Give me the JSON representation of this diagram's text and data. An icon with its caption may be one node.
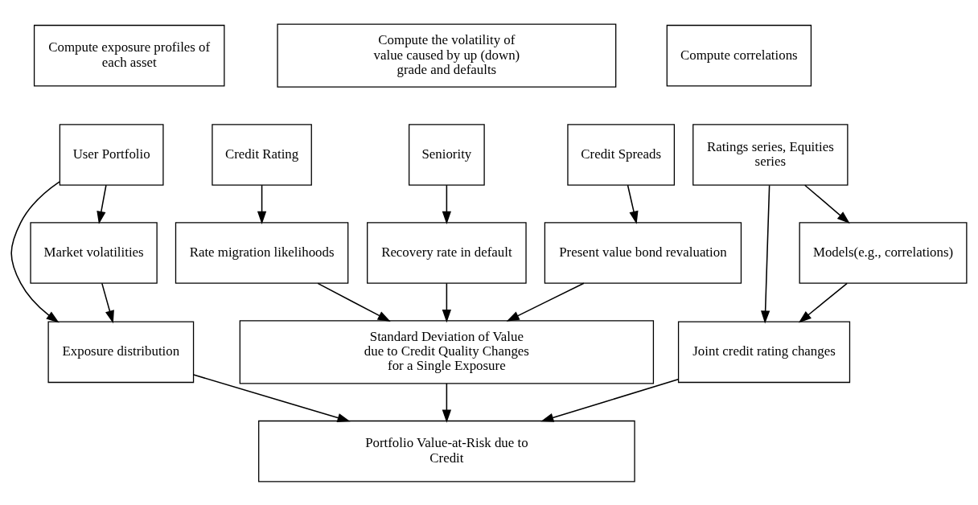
{
  "diagram": {
    "nodes": [
      {
        "text": [
          "Compute exposure profiles of each asset"
        ]
      },
      {
        "text": [
          "Compute the volatility of value caused by up (down) grade and defaults"
        ]
      },
      {
        "text": [
          "Compute correlations"
        ]
      },
      {
        "text": [
          "User Portfolio"
        ]
      },
      {
        "text": [
          "Credit Rating"
        ]
      },
      {
        "text": [
          "Seniority"
        ]
      },
      {
        "text": [
          "Credit Spreads"
        ]
      },
      {
        "text": [
          "Ratings series, Equities series"
        ]
      },
      {
        "text": [
          "Market volatilities"
        ]
      },
      {
        "text": [
          "Rate migration likelihoods"
        ]
      },
      {
        "text": [
          "Recovery rate in default"
        ]
      },
      {
        "text": [
          "Present value bond revaluation"
        ]
      },
      {
        "text": [
          "Models(e.g., correlations)"
        ]
      },
      {
        "text": [
          "Exposure distribution"
        ]
      },
      {
        "text": [
          "Standard Deviation of Value due to Credit Quality Changes for a Single Exposure"
        ]
      },
      {
        "text": [
          "Joint credit rating changes"
        ]
      },
      {
        "text": [
          "Portfolio Value-at-Risk due to Credit"
        ]
      }
    ],
    "edges": [
      {
        "from": 3,
        "to": 8,
        "arrow": "to"
      },
      {
        "from": 3,
        "to": 13,
        "arrow": "to"
      },
      {
        "from": 4,
        "to": 9,
        "arrow": "to"
      },
      {
        "from": 5,
        "to": 10,
        "arrow": "to"
      },
      {
        "from": 6,
        "to": 11,
        "arrow": "to"
      },
      {
        "from": 7,
        "to": 12,
        "arrow": "to"
      },
      {
        "from": 7,
        "to": 15,
        "arrow": "to"
      },
      {
        "from": 8,
        "to": 13,
        "arrow": "to"
      },
      {
        "from": 9,
        "to": 14,
        "arrow": "to"
      },
      {
        "from": 10,
        "to": 14,
        "arrow": "to"
      },
      {
        "from": 11,
        "to": 14,
        "arrow": "to"
      },
      {
        "from": 12,
        "to": 15,
        "arrow": "to"
      },
      {
        "from": 13,
        "to": 16,
        "arrow": "to"
      },
      {
        "from": 14,
        "to": 16,
        "arrow": "to"
      },
      {
        "from": 15,
        "to": 16,
        "arrow": "to"
      }
    ]
  }
}
